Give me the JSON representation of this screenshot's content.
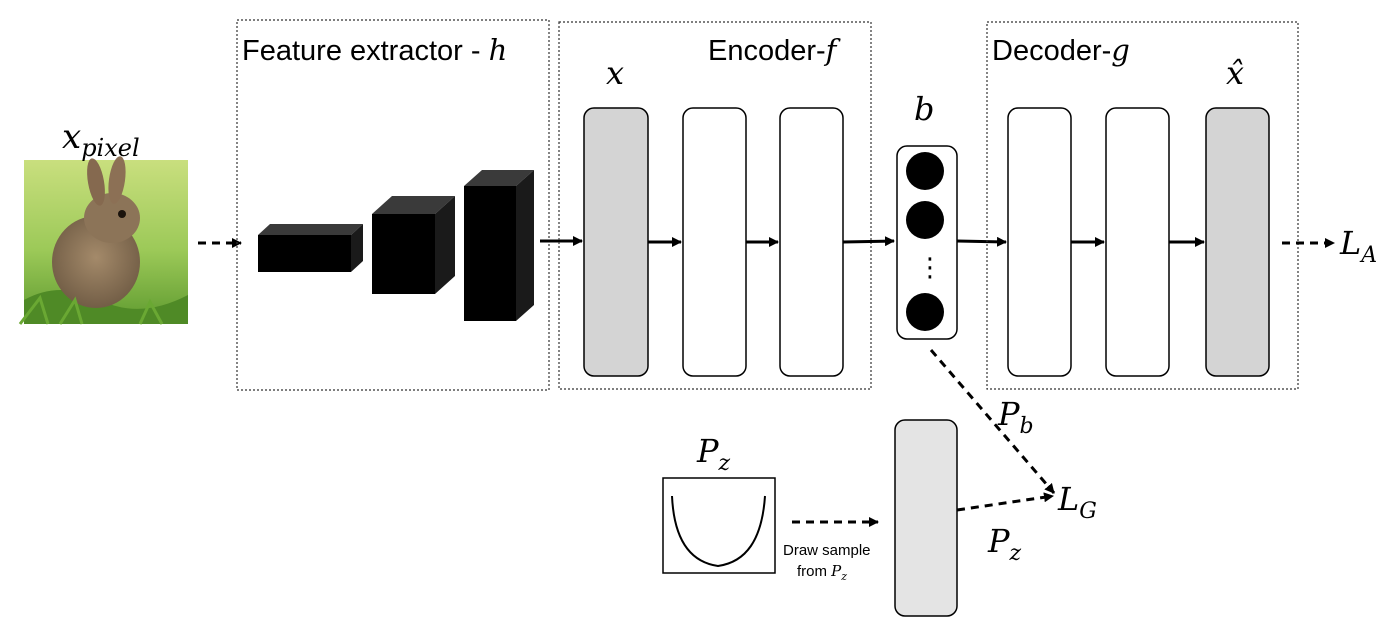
{
  "sections": {
    "feature_extractor": {
      "title": "Feature extractor - ",
      "var": "h"
    },
    "encoder": {
      "title": "Encoder-",
      "var": "f"
    },
    "decoder": {
      "title": "Decoder-",
      "var": "g"
    }
  },
  "symbols": {
    "input_base": "x",
    "input_sub": "pixel",
    "x": "x",
    "x_hat": "x̂",
    "b": "b",
    "dots": "⋮",
    "pz_top_base": "P",
    "pz_top_sub": "z",
    "pb_base": "P",
    "pb_sub": "b",
    "pz_right_base": "P",
    "pz_right_sub": "z",
    "la_base": "L",
    "la_sub": "A",
    "lg_base": "L",
    "lg_sub": "G"
  },
  "sample_note": {
    "line1": "Draw sample",
    "line2_prefix": "from ",
    "line2_base": "P",
    "line2_sub": "z"
  },
  "image": {
    "subject": "rabbit-photo"
  },
  "colors": {
    "gray_fill": "#d4d4d4",
    "light_gray_fill": "#e4e4e4",
    "block_black": "#000000",
    "block_top": "#3a3a3a",
    "grass": "#7fb843",
    "rabbit": "#8a7257"
  }
}
